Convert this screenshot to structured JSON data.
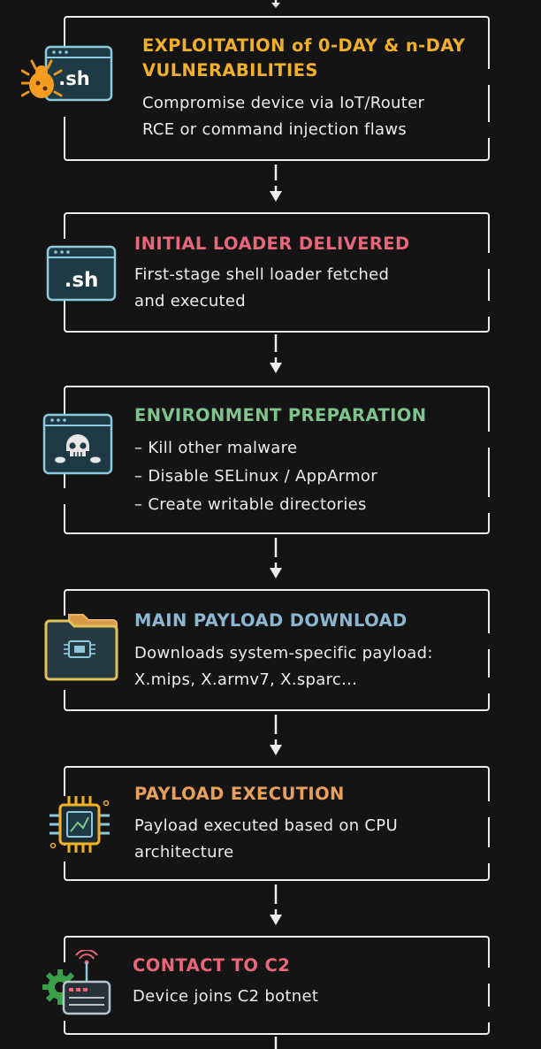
{
  "steps": [
    {
      "title_lines": [
        "EXPLOITATION of 0-DAY & n-DAY",
        "VULNERABILITIES"
      ],
      "lines": [
        "Compromise device via IoT/Router",
        "RCE or command injection flaws"
      ],
      "color": "#f0b02a",
      "icon": "bug-shell-window-icon",
      "icon_text": ".sh"
    },
    {
      "title_lines": [
        "INITIAL LOADER DELIVERED"
      ],
      "lines": [
        "First-stage shell loader fetched",
        "and executed"
      ],
      "color": "#e8667b",
      "icon": "shell-window-icon",
      "icon_text": ".sh"
    },
    {
      "title_lines": [
        "ENVIRONMENT PREPARATION"
      ],
      "lines": [
        "– Kill other malware",
        "– Disable SELinux / AppArmor",
        "– Create writable directories"
      ],
      "color": "#7fc48f",
      "icon": "skull-window-icon"
    },
    {
      "title_lines": [
        "MAIN PAYLOAD DOWNLOAD"
      ],
      "lines": [
        "Downloads system-specific payload:",
        "X.mips, X.armv7, X.sparc..."
      ],
      "color": "#8bb8d0",
      "icon": "folder-chip-icon"
    },
    {
      "title_lines": [
        "PAYLOAD EXECUTION"
      ],
      "lines": [
        "Payload executed based on CPU",
        "architecture"
      ],
      "color": "#e8a05a",
      "icon": "cpu-chip-icon"
    },
    {
      "title_lines": [
        "CONTACT TO C2"
      ],
      "lines": [
        "Device joins C2 botnet"
      ],
      "color": "#e8667b",
      "icon": "router-gear-icon"
    }
  ]
}
